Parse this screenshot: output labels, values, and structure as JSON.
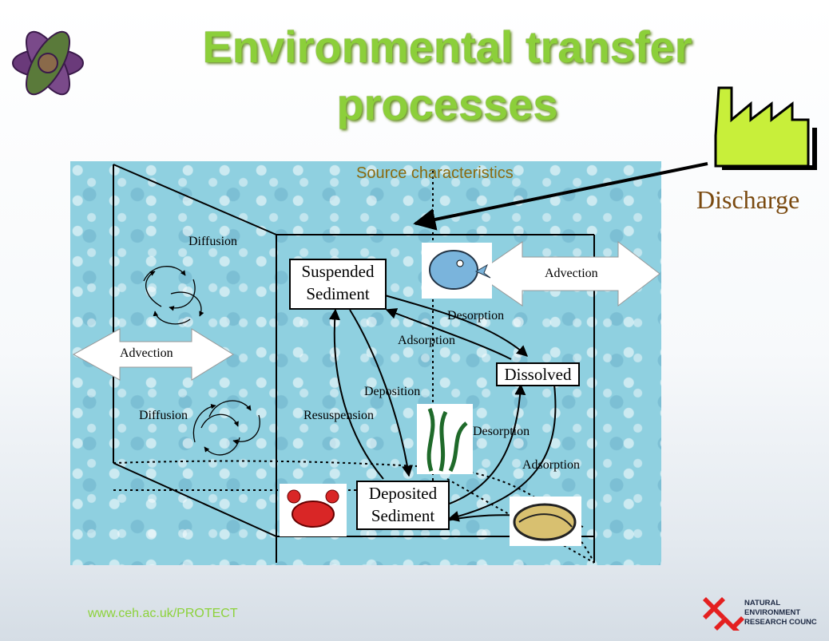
{
  "title": {
    "line1": "Environmental transfer",
    "line2": "processes"
  },
  "source_label": "Source characteristics",
  "discharge_label": "Discharge",
  "footer": {
    "url": "www.ceh.ac.uk/PROTECT",
    "org_line1": "NATURAL",
    "org_line2": "ENVIRONMENT",
    "org_line3": "RESEARCH COUNC"
  },
  "boxes": {
    "suspended_1": "Suspended",
    "suspended_2": "Sediment",
    "dissolved": "Dissolved",
    "deposited_1": "Deposited",
    "deposited_2": "Sediment"
  },
  "labels": {
    "diffusion_top": "Diffusion",
    "diffusion_bottom": "Diffusion",
    "advection_left": "Advection",
    "advection_right": "Advection",
    "desorption_top": "Desorption",
    "adsorption_top": "Adsorption",
    "deposition": "Deposition",
    "resuspension": "Resuspension",
    "desorption_bottom": "Desorption",
    "adsorption_bottom": "Adsorption"
  },
  "colors": {
    "title": "#8ccf3a",
    "water": "#8fd0e0",
    "source": "#8a6a10",
    "discharge": "#7a4a10",
    "factory": "#c8ef3a"
  }
}
